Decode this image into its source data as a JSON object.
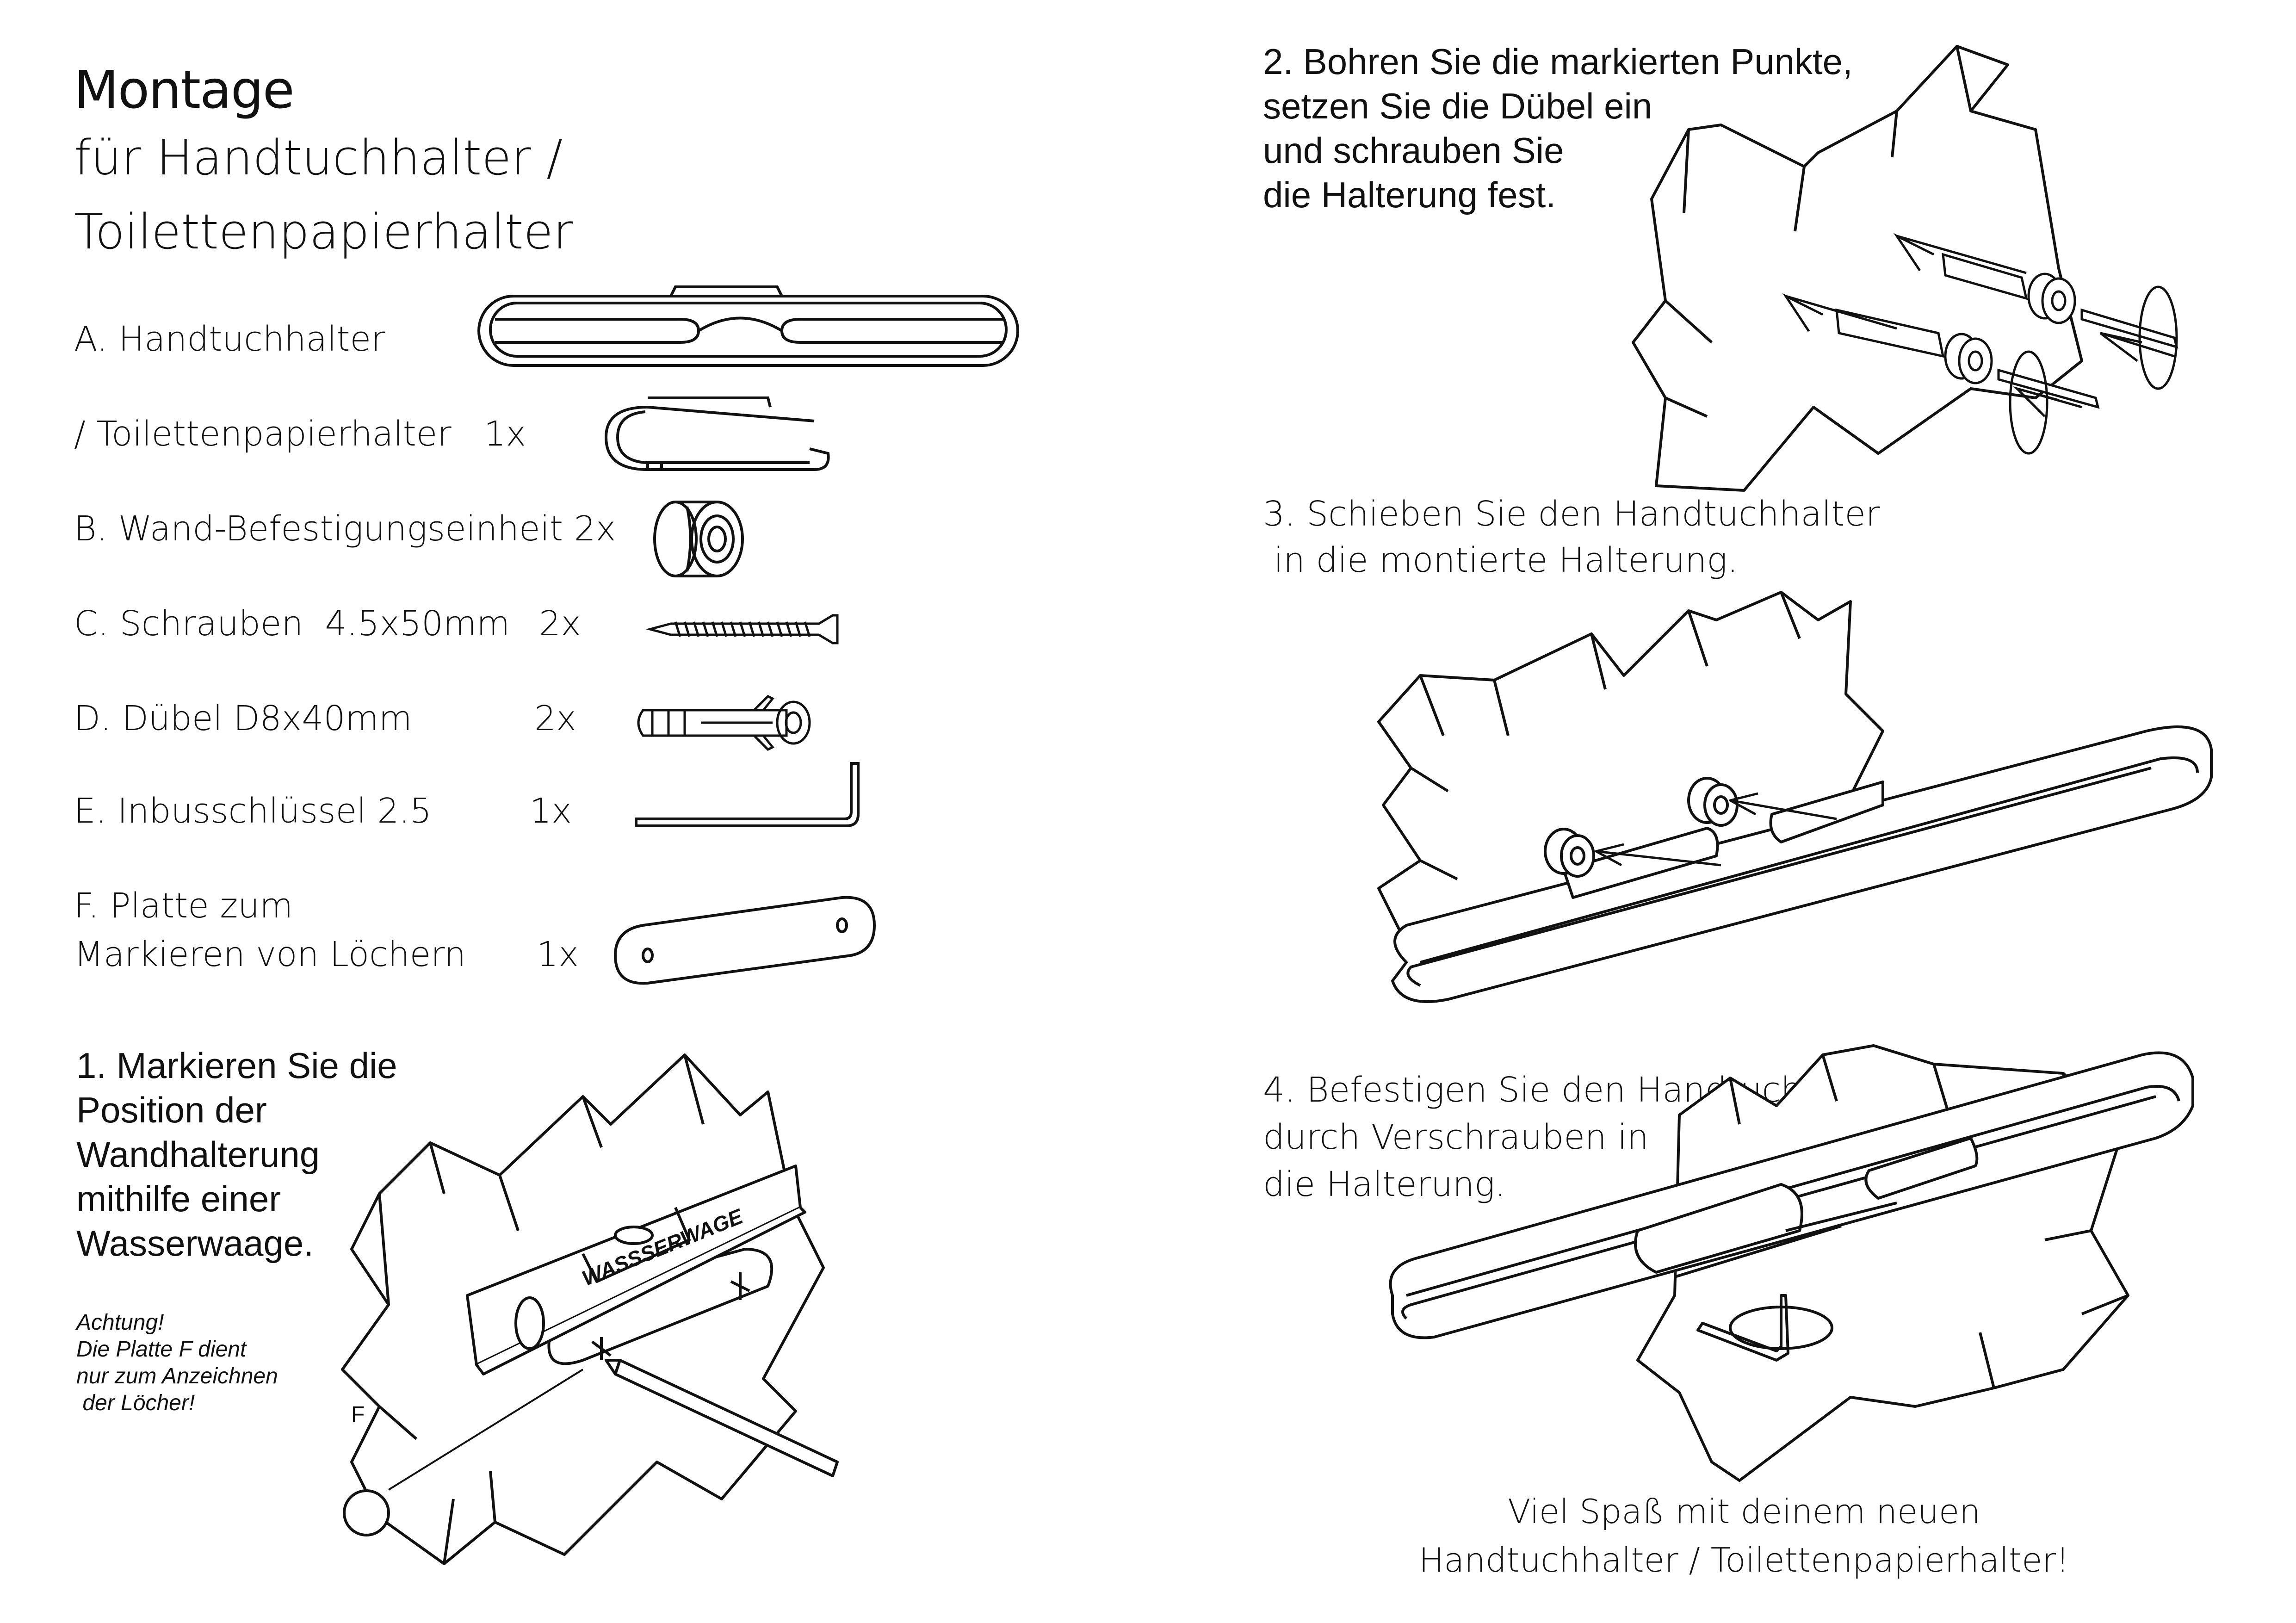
{
  "title": {
    "line1": "Montage",
    "line2": "für Handtuchhalter /",
    "line3": "Toilettenpapierhalter"
  },
  "parts": [
    {
      "label": "A. Handtuchhalter"
    },
    {
      "label": "/ Toilettenpapierhalter   1x"
    },
    {
      "label": "B. Wand-Befestigungseinheit 2x"
    },
    {
      "label": "C. Schrauben  4.5x50mm",
      "qty": "2x"
    },
    {
      "label": "D. Dübel D8x40mm",
      "qty": "2x"
    },
    {
      "label": "E. Inbusschlüssel 2.5",
      "qty": "1x"
    },
    {
      "label_line1": "F. Platte zum",
      "label_line2": "Markieren von Löchern",
      "qty": "1x"
    }
  ],
  "steps": {
    "step1": {
      "number": "1. ",
      "lines": [
        "Markieren Sie die",
        "Position der",
        "Wandhalterung",
        "mithilfe einer",
        "Wasserwaage."
      ],
      "note": [
        "Achtung!",
        "Die Platte F dient",
        "nur zum Anzeichnen",
        " der Löcher!"
      ],
      "level_label": "WASSSERWAGE",
      "callout": "F"
    },
    "step2": {
      "lines": [
        "2. Bohren Sie die markierten Punkte,",
        "setzen Sie die Dübel ein",
        "und schrauben Sie",
        "die Halterung fest."
      ]
    },
    "step3": {
      "lines": [
        "3. Schieben Sie den Handtuchhalter",
        " in die montierte Halterung."
      ]
    },
    "step4": {
      "lines": [
        "4. Befestigen Sie den Handtuchhalter",
        "durch Verschrauben in",
        "die Halterung."
      ]
    }
  },
  "closing": {
    "line1": "Viel Spaß mit deinem neuen",
    "line2": "Handtuchhalter / Toilettenpapierhalter!"
  }
}
